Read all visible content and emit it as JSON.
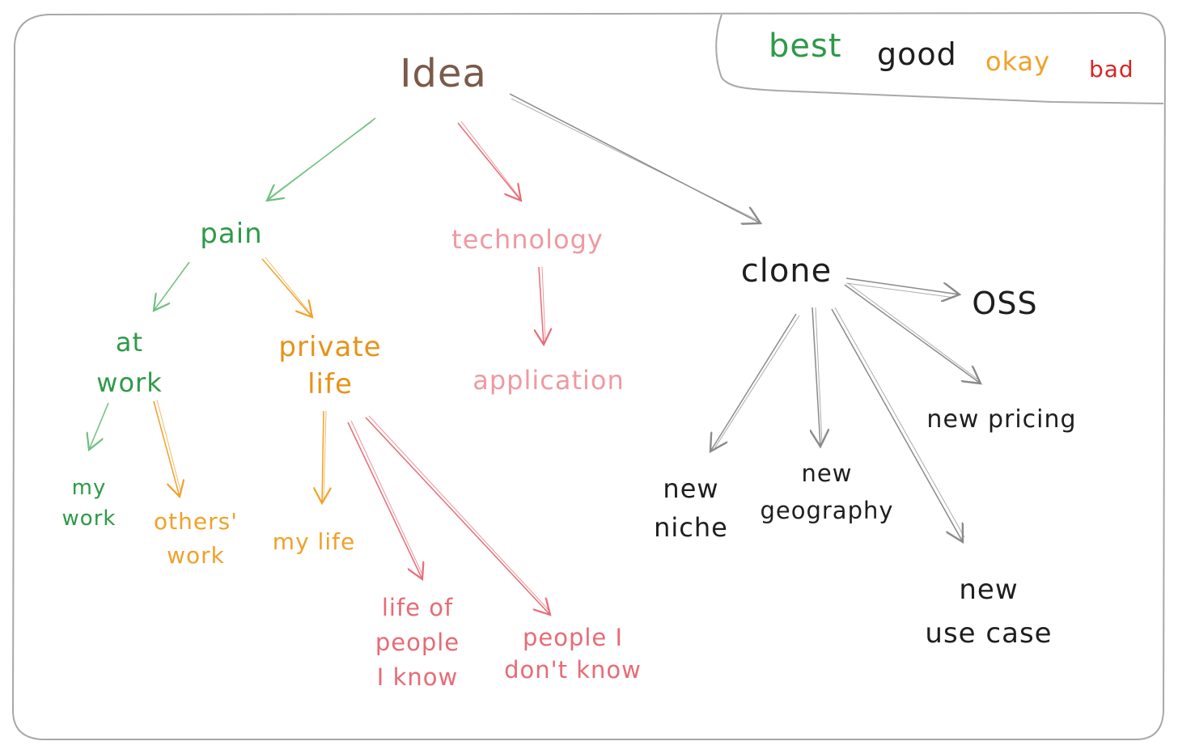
{
  "colors": {
    "best": "#2e9a47",
    "good": "#1e1e1e",
    "okay": "#f0a12a",
    "bad": "#d92424",
    "idea": "#7a5a4a",
    "pale_bad": "#ee9aa0",
    "red_node": "#e76b74",
    "arrow_gray": "#8a8a8a",
    "frame": "#a8a8a8"
  },
  "legend": {
    "best": "best",
    "good": "good",
    "okay": "okay",
    "bad": "bad"
  },
  "nodes": {
    "idea": "Idea",
    "pain": "pain",
    "technology": "technology",
    "application": "application",
    "clone": "clone",
    "oss": "OSS",
    "new_pricing": "new pricing",
    "new_niche": [
      "new",
      "niche"
    ],
    "new_geography": [
      "new",
      "geography"
    ],
    "new_use_case": [
      "new",
      "use case"
    ],
    "at_work": [
      "at",
      "work"
    ],
    "private_life": [
      "private",
      "life"
    ],
    "my_work": [
      "my",
      "work"
    ],
    "others_work": [
      "others'",
      "work"
    ],
    "my_life": "my life",
    "life_of_people": [
      "life of",
      "people",
      "I know"
    ],
    "people_dont_know": [
      "people I",
      "don't know"
    ]
  }
}
